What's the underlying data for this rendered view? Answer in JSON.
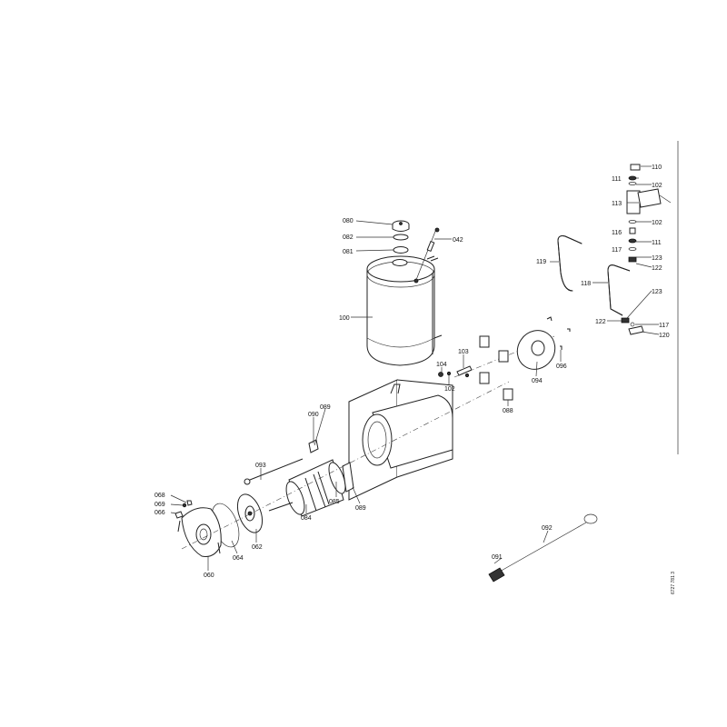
{
  "diagram": {
    "drawing_code": "6727 781 3",
    "labels": {
      "p080": "080",
      "p082": "082",
      "p081": "081",
      "p042": "042",
      "p100": "100",
      "p119": "119",
      "p118": "118",
      "p110": "110",
      "p111a": "111",
      "p102a": "102",
      "p113": "113",
      "p102b": "102",
      "p116": "116",
      "p111b": "111",
      "p117a": "117",
      "p123a": "123",
      "p122a": "122",
      "p123b": "123",
      "p122b": "122",
      "p117b": "117",
      "p120": "120",
      "p103": "103",
      "p104": "104",
      "p102c": "102",
      "p094": "094",
      "p096": "096",
      "p088": "088",
      "p089a": "089",
      "p090": "090",
      "p093": "093",
      "p068": "068",
      "p069": "069",
      "p066": "066",
      "p085": "085",
      "p089b": "089",
      "p084": "084",
      "p062": "062",
      "p064": "064",
      "p060": "060",
      "p092": "092",
      "p091": "091"
    }
  }
}
